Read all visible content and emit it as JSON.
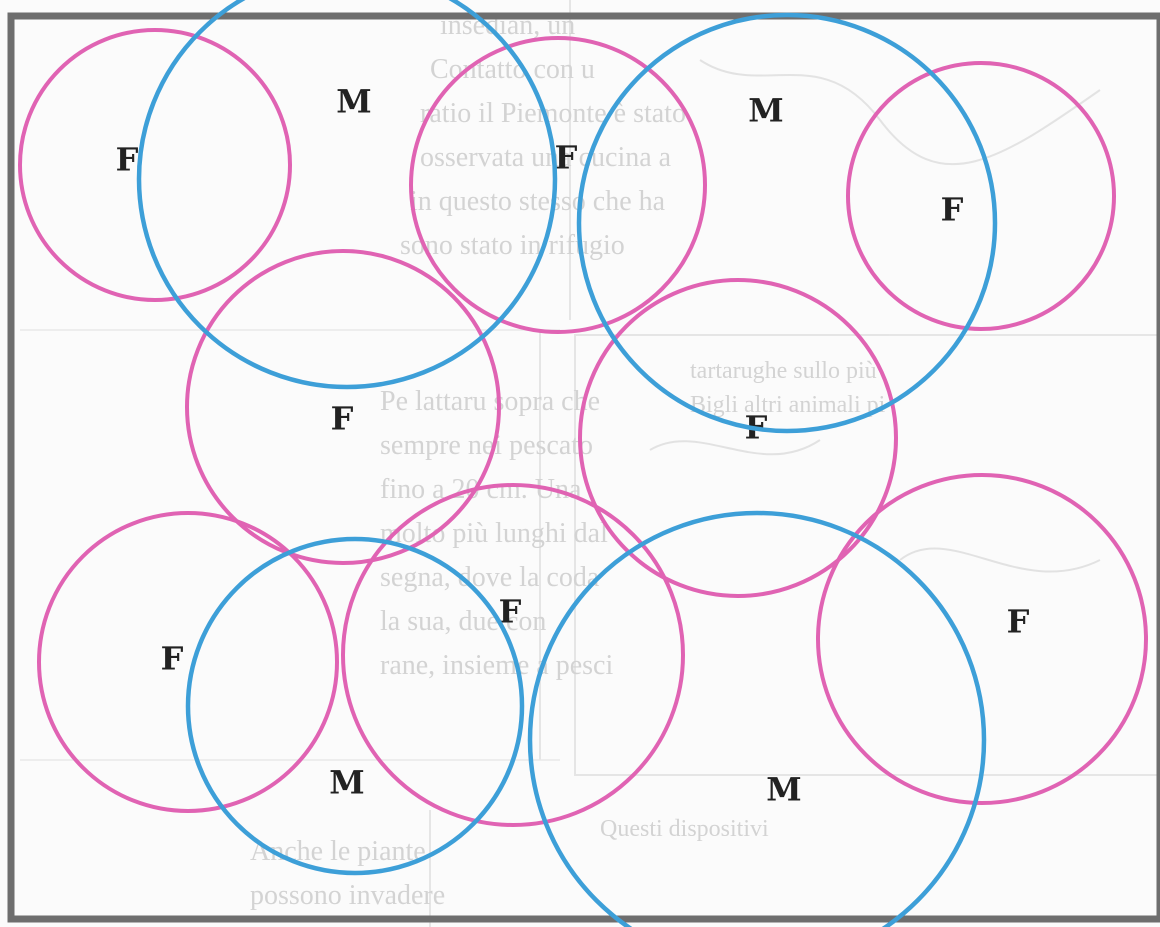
{
  "colors": {
    "female_circle": "#e063b3",
    "male_circle": "#3d9fd8",
    "frame": "#6e6e6e",
    "background": "#fbfbfb",
    "label": "#222222"
  },
  "circles": [
    {
      "label": "F",
      "sex": "female"
    },
    {
      "label": "F",
      "sex": "female"
    },
    {
      "label": "F",
      "sex": "female"
    },
    {
      "label": "F",
      "sex": "female"
    },
    {
      "label": "F",
      "sex": "female"
    },
    {
      "label": "F",
      "sex": "female"
    },
    {
      "label": "F",
      "sex": "female"
    },
    {
      "label": "F",
      "sex": "female"
    },
    {
      "label": "M",
      "sex": "male"
    },
    {
      "label": "M",
      "sex": "male"
    },
    {
      "label": "M",
      "sex": "male"
    },
    {
      "label": "M",
      "sex": "male"
    }
  ],
  "background_text": {
    "lines": [
      "insedian, un",
      "Contatto con u",
      "ratio il Piemonte è stato",
      "osservata una cucina a",
      "in questo stesso che ha",
      "sono stato in rifugio",
      "Pe lattaru sopra che",
      "sempre nei pescato",
      "fino a 20 cm. Una",
      "molto più lunghi dal",
      "segna, dove la coda",
      "la sua, due con",
      "rane, insieme a pesci",
      "Anche le piante",
      "possono invadere",
      "tartarughe sullo più",
      "Bigli altri animali pi",
      "Questi dispositivi"
    ]
  }
}
